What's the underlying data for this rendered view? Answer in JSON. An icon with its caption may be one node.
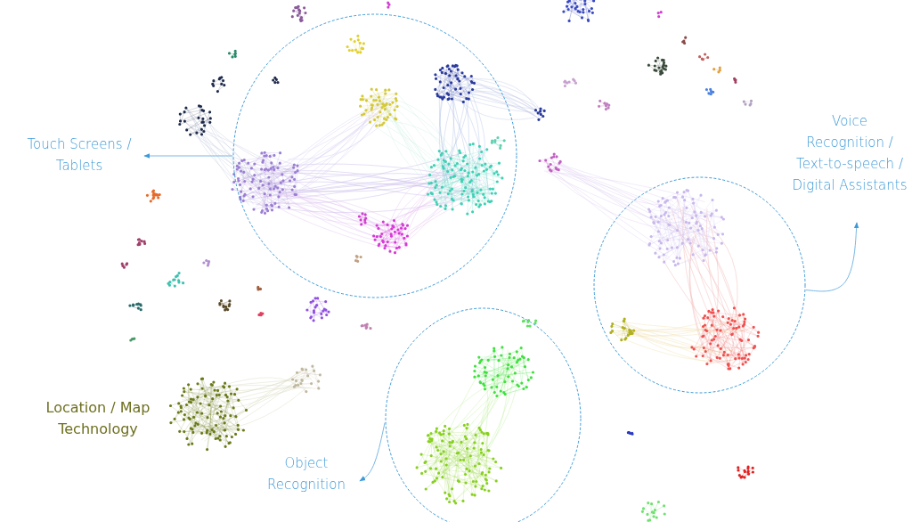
{
  "diagram": {
    "nodes": [
      {
        "text": [],
        "shape": "circle"
      },
      {
        "text": [
          "Touch Screens / Tablets"
        ]
      },
      {
        "text": [],
        "shape": "circle"
      },
      {
        "text": [
          "Voice Recognition / Text-to-speech / Digital Assistants"
        ]
      },
      {
        "text": [],
        "shape": "circle"
      },
      {
        "text": [
          "Object Recognition"
        ]
      }
    ],
    "edges": [
      {
        "from": 0,
        "to": 1,
        "arrow": "to"
      },
      {
        "from": 2,
        "to": 3,
        "arrow": "to"
      },
      {
        "from": 4,
        "to": 5,
        "arrow": "to"
      }
    ],
    "labels": [
      "Location / Map Technology"
    ]
  }
}
